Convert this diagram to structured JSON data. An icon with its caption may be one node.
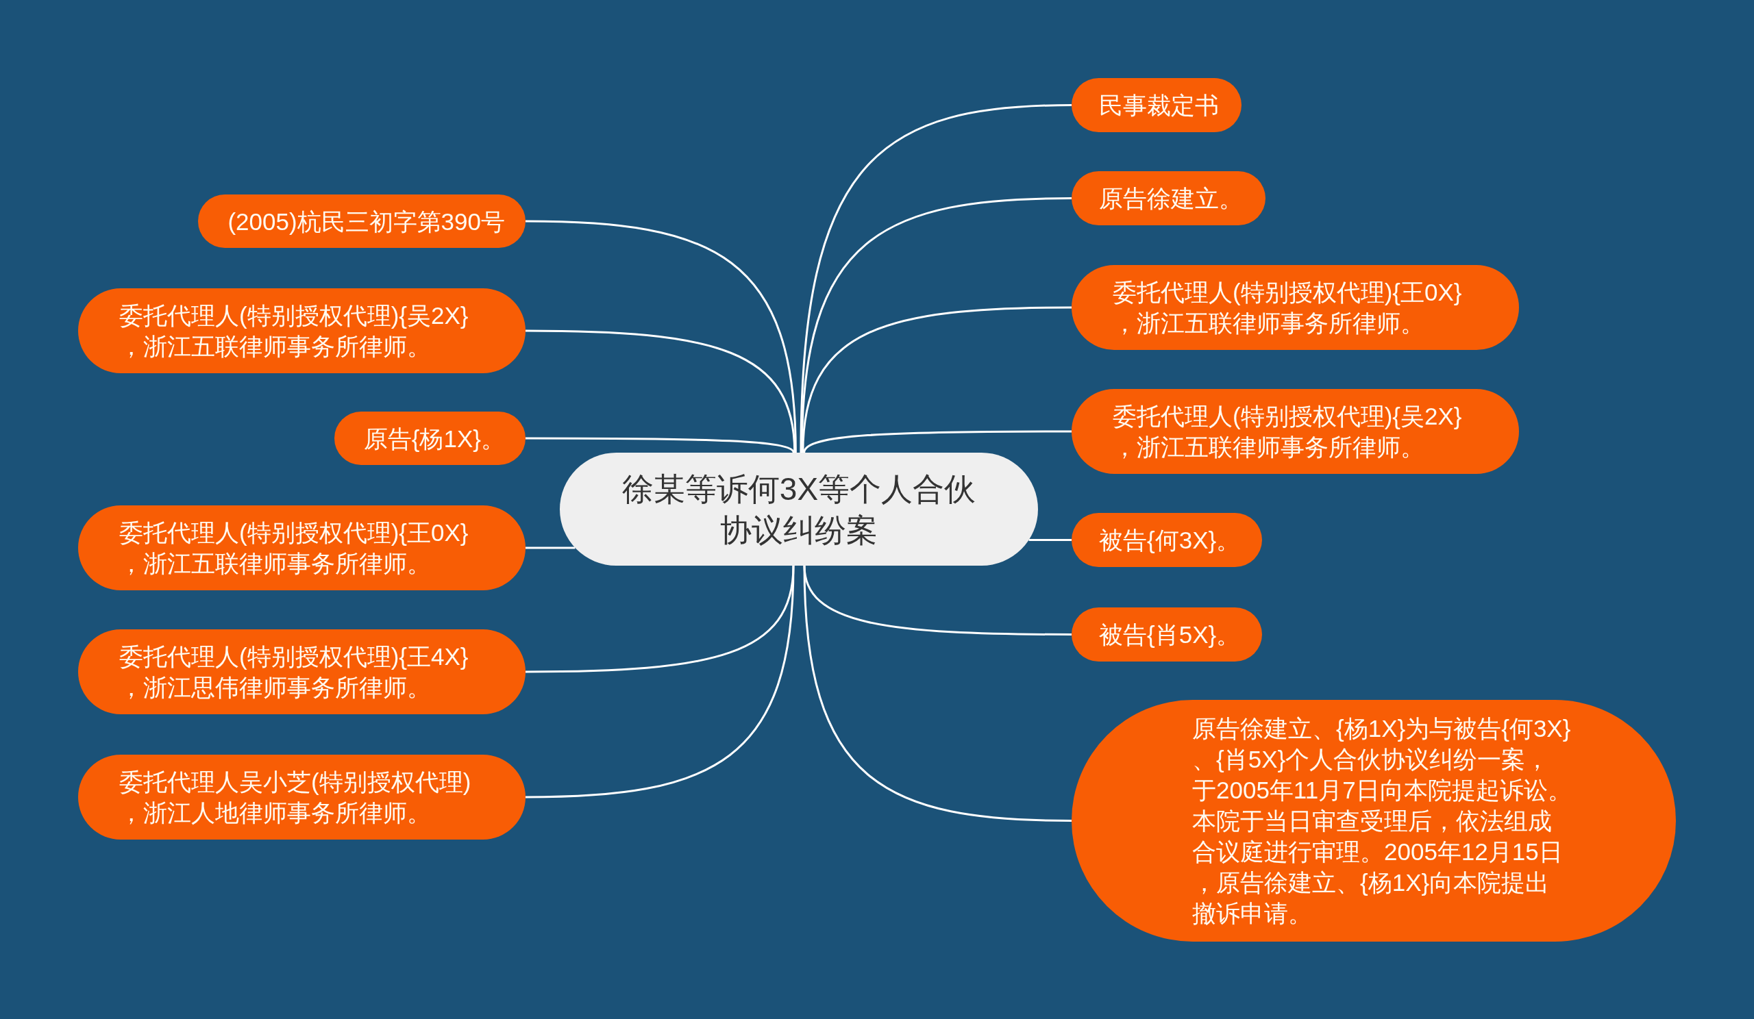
{
  "diagram": {
    "nodes": [
      {
        "text": [
          "徐某等诉何3X等个人合伙协议纠纷案"
        ]
      },
      {
        "text": [
          "民事裁定书"
        ]
      },
      {
        "text": [
          "原告徐建立。"
        ]
      },
      {
        "text": [
          "委托代理人(特别授权代理){王0X}，浙江五联律师事务所律师。"
        ]
      },
      {
        "text": [
          "委托代理人(特别授权代理){吴2X}，浙江五联律师事务所律师。"
        ]
      },
      {
        "text": [
          "被告{何3X}。"
        ]
      },
      {
        "text": [
          "被告{肖5X}。"
        ]
      },
      {
        "text": [
          "原告徐建立、{杨1X}为与被告{何3X}、{肖5X}个人合伙协议纠纷一案，于2005年11月7日向本院提起诉讼。本院于当日审查受理后，依法组成合议庭进行审理。2005年12月15日，原告徐建立、{杨1X}向本院提出撤诉申请。"
        ]
      },
      {
        "text": [
          "(2005)杭民三初字第390号"
        ]
      },
      {
        "text": [
          "委托代理人(特别授权代理){吴2X}，浙江五联律师事务所律师。"
        ]
      },
      {
        "text": [
          "原告{杨1X}。"
        ]
      },
      {
        "text": [
          "委托代理人(特别授权代理){王0X}，浙江五联律师事务所律师。"
        ]
      },
      {
        "text": [
          "委托代理人(特别授权代理){王4X}，浙江思伟律师事务所律师。"
        ]
      },
      {
        "text": [
          "委托代理人吴小芝(特别授权代理)，浙江人地律师事务所律师。"
        ]
      }
    ],
    "edges": [
      {
        "from": 0,
        "to": 1,
        "arrow": "none"
      },
      {
        "from": 0,
        "to": 2,
        "arrow": "none"
      },
      {
        "from": 0,
        "to": 3,
        "arrow": "none"
      },
      {
        "from": 0,
        "to": 4,
        "arrow": "none"
      },
      {
        "from": 0,
        "to": 5,
        "arrow": "none"
      },
      {
        "from": 0,
        "to": 6,
        "arrow": "none"
      },
      {
        "from": 0,
        "to": 7,
        "arrow": "none"
      },
      {
        "from": 0,
        "to": 8,
        "arrow": "none"
      },
      {
        "from": 0,
        "to": 9,
        "arrow": "none"
      },
      {
        "from": 0,
        "to": 10,
        "arrow": "none"
      },
      {
        "from": 0,
        "to": 11,
        "arrow": "none"
      },
      {
        "from": 0,
        "to": 12,
        "arrow": "none"
      },
      {
        "from": 0,
        "to": 13,
        "arrow": "none"
      }
    ]
  }
}
